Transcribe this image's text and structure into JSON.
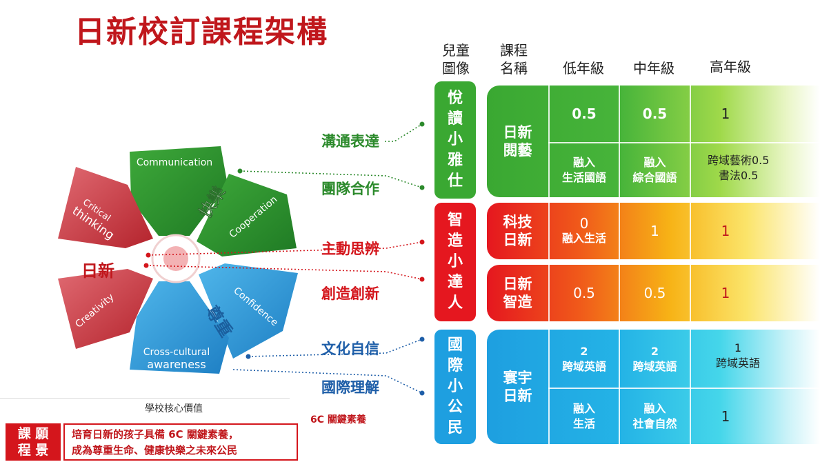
{
  "title": "日新校訂課程架構",
  "headers": {
    "child_image": "兒童\n圖像",
    "course_name": "課程\n名稱",
    "low": "低年級",
    "mid": "中年級",
    "high": "高年級"
  },
  "wheel": {
    "petals": [
      "Communication",
      "Cooperation",
      "Confidence",
      "Cross-cultural awareness",
      "Creativity",
      "Critical thinking"
    ],
    "center_label": "日新",
    "value_happy": "快樂",
    "value_respect": "尊重"
  },
  "skills": {
    "s1": "溝通表達",
    "s2": "團隊合作",
    "s3": "主動思辨",
    "s4": "創造創新",
    "s5": "文化自信",
    "s6": "國際理解"
  },
  "images": {
    "yue": "悅\n讀\n小\n雅\n仕",
    "zhi": "智\n造\n小\n達\n人",
    "guo": "國\n際\n小\n公\n民"
  },
  "courses": {
    "c1": {
      "name": "日新\n閱藝",
      "low_top": "0.5",
      "mid_top": "0.5",
      "high_top": "1",
      "low_bot": "融入\n生活國語",
      "mid_bot": "融入\n綜合國語",
      "high_bot": "跨域藝術0.5\n書法0.5"
    },
    "c2": {
      "name": "科技\n日新",
      "low_a": "0",
      "low_b": "融入生活",
      "mid": "1",
      "high": "1"
    },
    "c3": {
      "name": "日新\n智造",
      "low": "0.5",
      "mid": "0.5",
      "high": "1"
    },
    "c4": {
      "name": "寰宇\n日新",
      "low_top_a": "2",
      "low_top_b": "跨域英語",
      "mid_top_a": "2",
      "mid_top_b": "跨域英語",
      "high_top_a": "1",
      "high_top_b": "跨域英語",
      "low_bot": "融入\n生活",
      "mid_bot": "融入\n社會自然",
      "high_bot": "1"
    }
  },
  "footer": {
    "core_values": "學校核心價值",
    "six_c": "6C 關鍵素養",
    "vision_tag": "課 願\n程 景",
    "vision_text": "培育日新的孩子具備 6C 關鍵素養，\n成為尊重生命、健康快樂之未來公民"
  },
  "colors": {
    "title_red": "#c0171c",
    "green": "#3aa832",
    "red": "#e5171f",
    "blue": "#1e9fe0"
  }
}
